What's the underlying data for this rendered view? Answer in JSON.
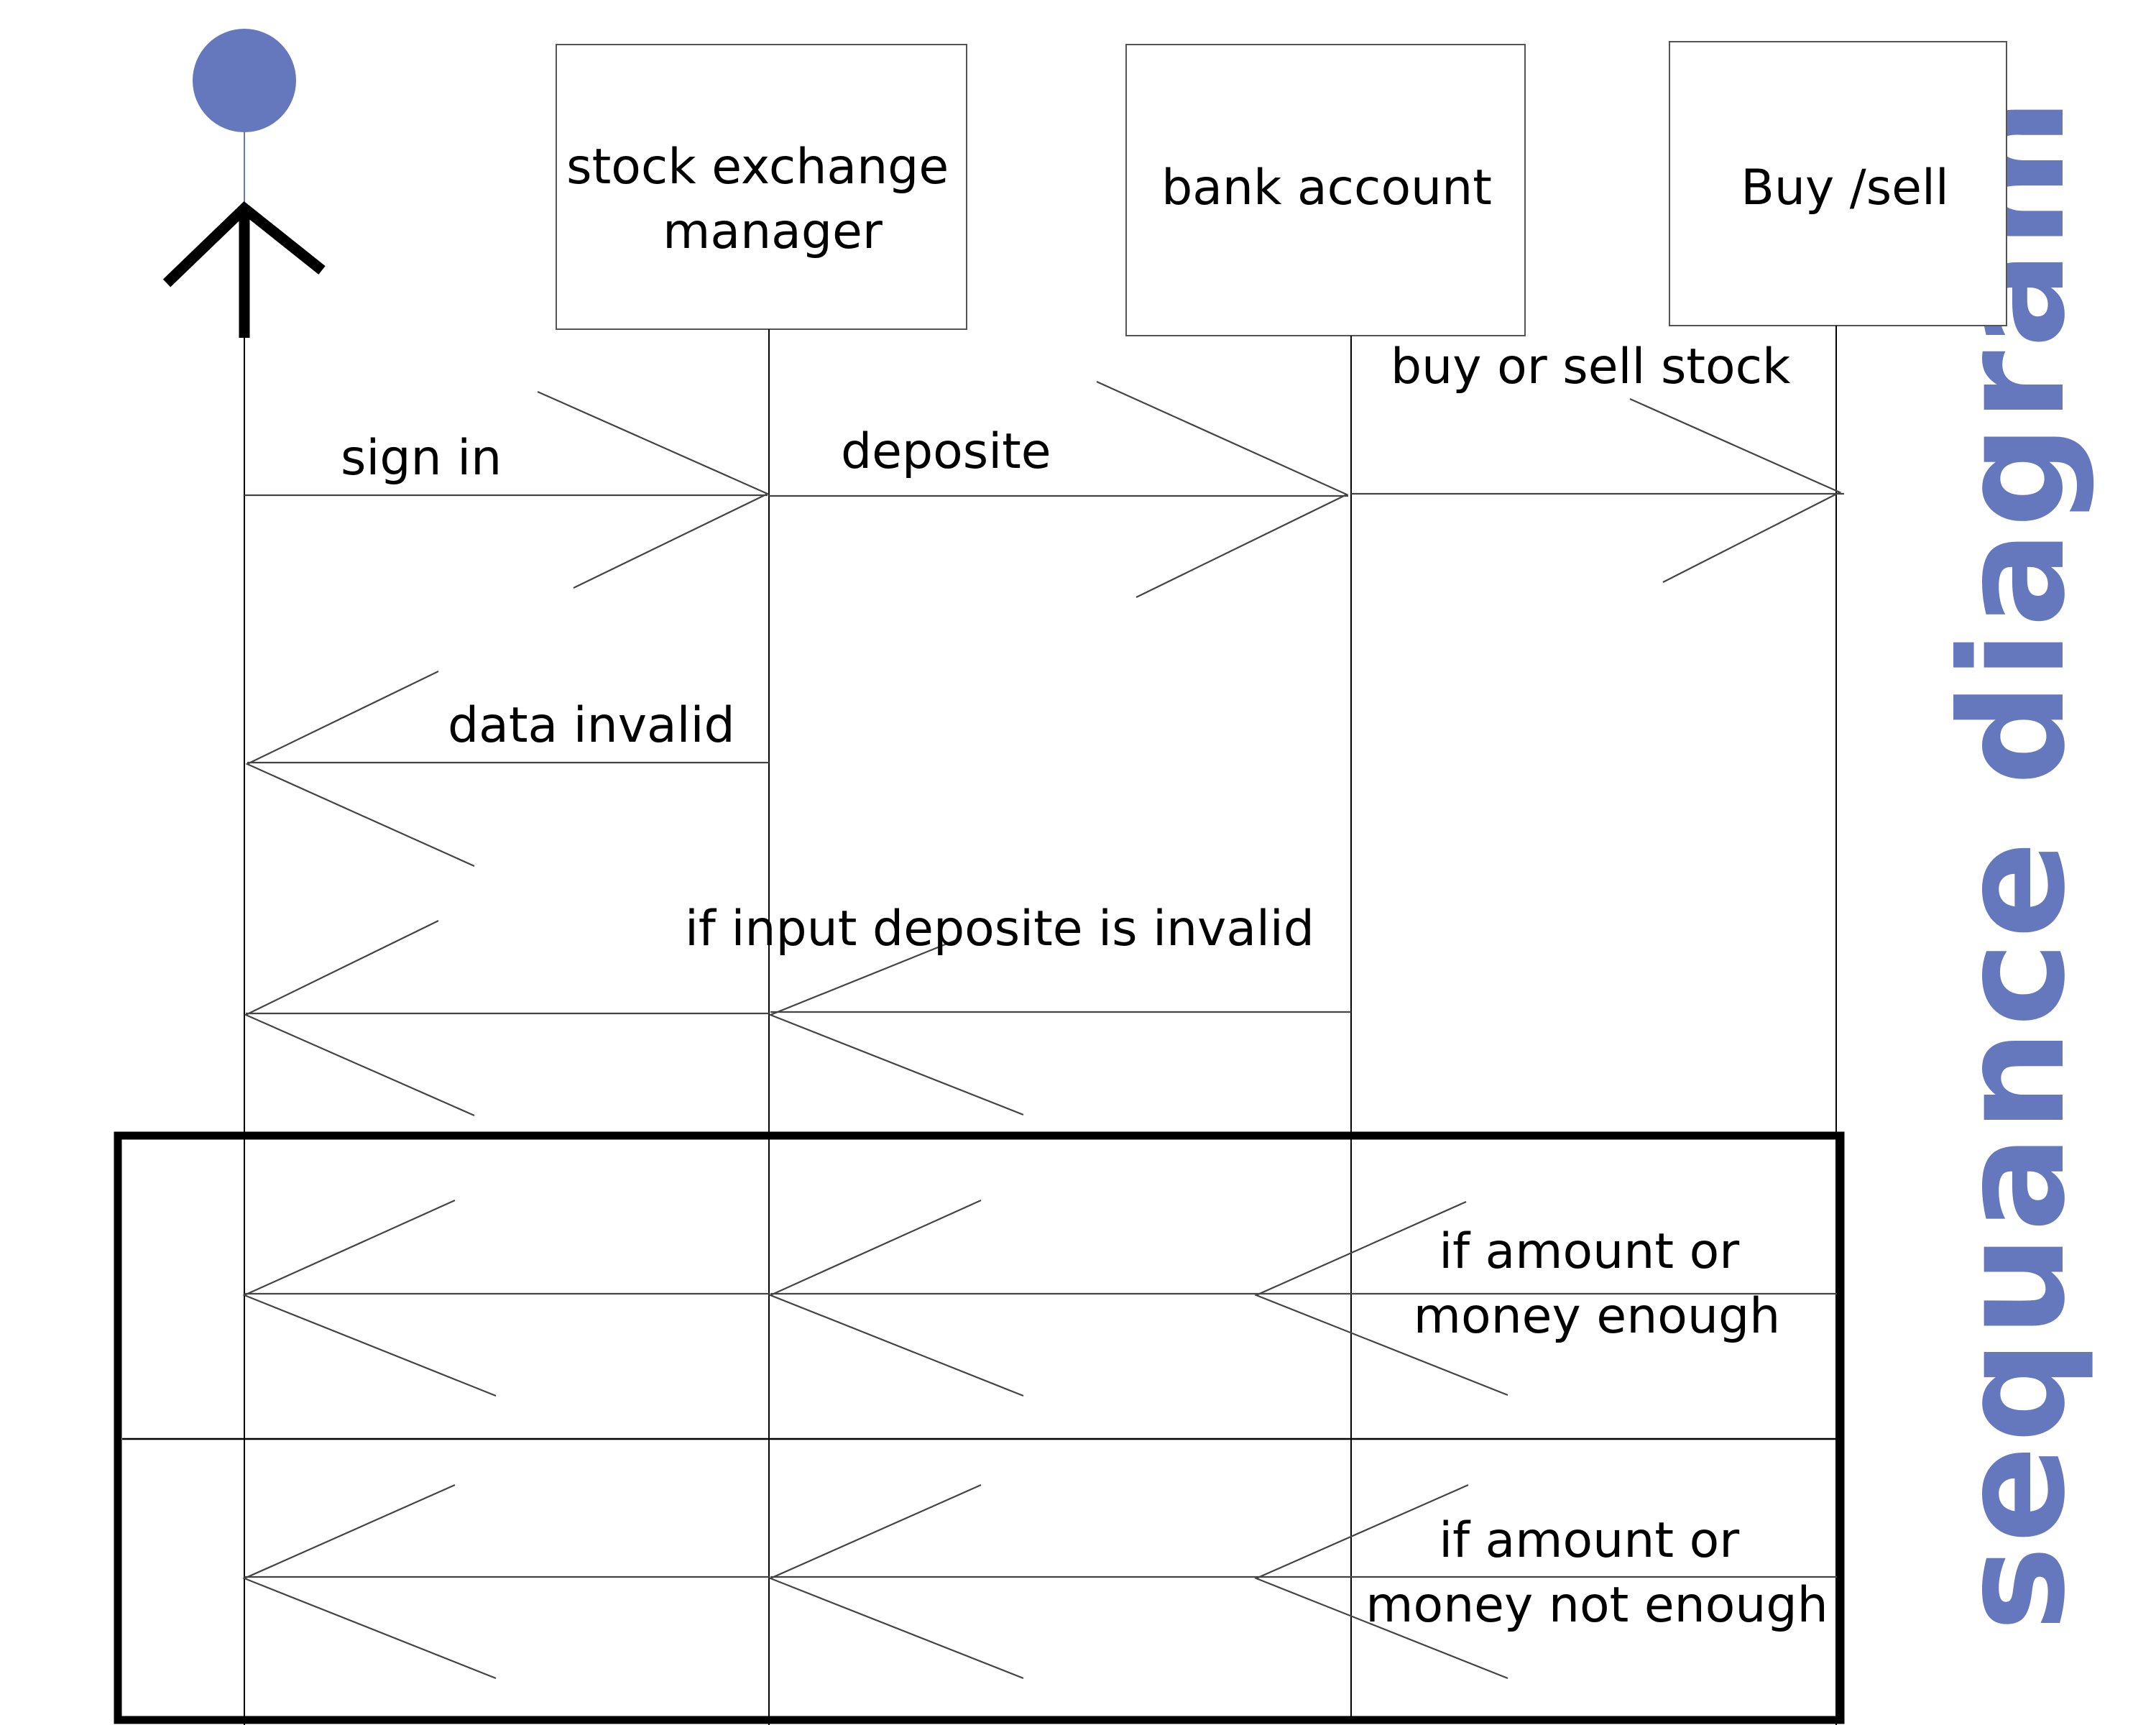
{
  "title": "sequance diagram",
  "colors": {
    "accent": "#6578bd",
    "line": "#000000"
  },
  "actor": {
    "icon": "stick-figure-actor-icon"
  },
  "participants": [
    {
      "id": "stock_exchange_manager",
      "lines": [
        "stock exchange",
        "manager"
      ]
    },
    {
      "id": "bank_account",
      "lines": [
        "bank account"
      ]
    },
    {
      "id": "buy_sell",
      "lines": [
        "Buy /sell"
      ]
    }
  ],
  "messages": [
    {
      "id": "sign-in",
      "label": "sign in"
    },
    {
      "id": "deposite",
      "label": "deposite"
    },
    {
      "id": "buy-or-sell-stock",
      "label": "buy or sell stock"
    },
    {
      "id": "data-invalid",
      "label": "data invalid"
    },
    {
      "id": "input-deposite-invalid",
      "label": "if input deposite is invalid"
    }
  ],
  "alt_fragment": {
    "conditions": [
      {
        "lines": [
          "if amount or",
          "money enough"
        ]
      },
      {
        "lines": [
          "if amount or",
          "money not enough"
        ]
      }
    ]
  }
}
